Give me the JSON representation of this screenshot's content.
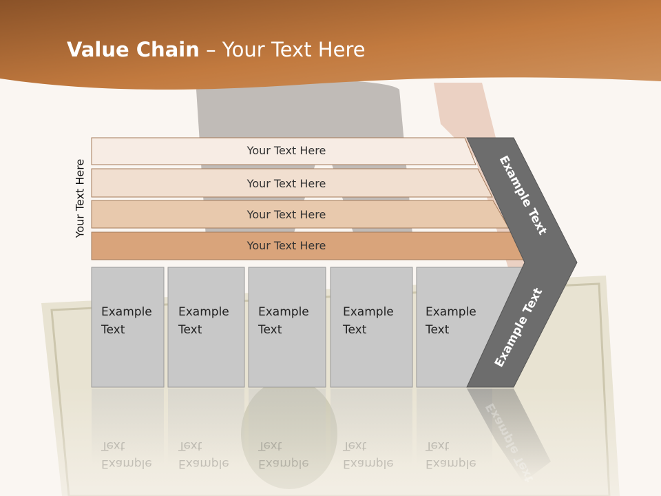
{
  "title": {
    "bold": "Value Chain",
    "rest": " – Your Text Here"
  },
  "side_label": "Your Text Here",
  "bars": [
    {
      "label": "Your Text Here",
      "color": "#f7ece4"
    },
    {
      "label": "Your Text Here",
      "color": "#f1dfd0"
    },
    {
      "label": "Your Text Here",
      "color": "#e8c9ad"
    },
    {
      "label": "Your Text Here",
      "color": "#d9a47b"
    }
  ],
  "boxes": [
    {
      "line1": "Example",
      "line2": "Text"
    },
    {
      "line1": "Example",
      "line2": "Text"
    },
    {
      "line1": "Example",
      "line2": "Text"
    },
    {
      "line1": "Example",
      "line2": "Text"
    },
    {
      "line1": "Example",
      "line2": "Text"
    }
  ],
  "chevron": {
    "top_label": "Example Text",
    "bottom_label": "Example Text",
    "color": "#6d6d6d"
  },
  "colors": {
    "header": "#a8693a",
    "box_fill": "#c8c8c8",
    "box_stroke": "#9a9a9a"
  }
}
